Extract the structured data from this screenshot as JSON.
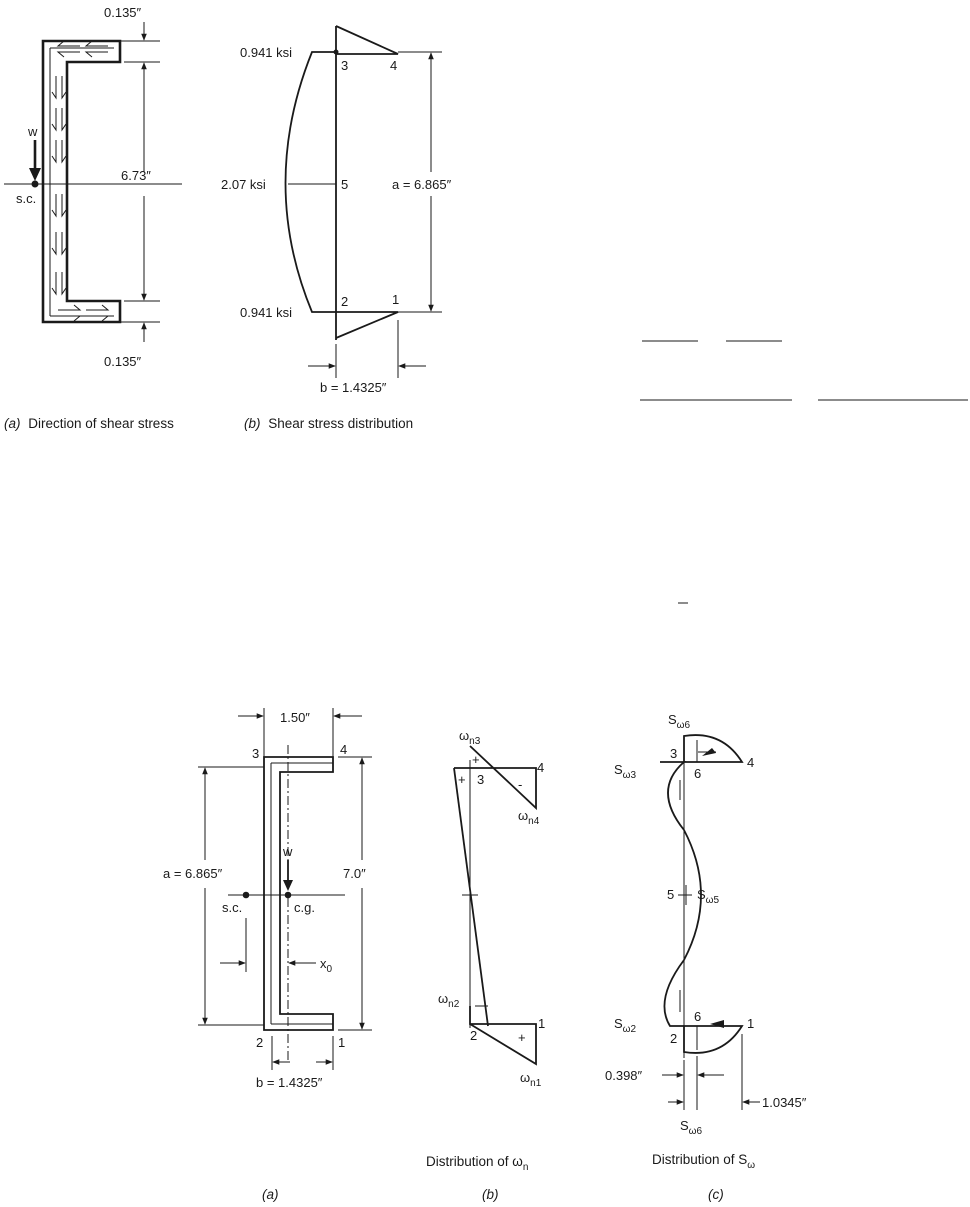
{
  "top": {
    "dim_top_flange": "0.135″",
    "dim_bottom_flange": "0.135″",
    "dim_web_height": "6.73″",
    "load_label": "w",
    "shear_center_label": "s.c.",
    "stress_top": "0.941 ksi",
    "stress_mid": "2.07 ksi",
    "stress_bottom": "0.941 ksi",
    "dim_a": "a = 6.865″",
    "dim_b": "b = 1.4325″",
    "points": [
      "1",
      "2",
      "3",
      "4",
      "5"
    ],
    "caption_a_tag": "(a)",
    "caption_a_text": "Direction of shear stress",
    "caption_b_tag": "(b)",
    "caption_b_text": "Shear stress distribution"
  },
  "bottom": {
    "dim_flange_width": "1.50″",
    "dim_a": "a = 6.865″",
    "dim_depth": "7.0″",
    "load_label": "w",
    "shear_center_label": "s.c.",
    "centroid_label": "c.g.",
    "x0_label": "x",
    "x0_sub": "0",
    "dim_b": "b = 1.4325″",
    "points": [
      "1",
      "2",
      "3",
      "4",
      "5",
      "6"
    ],
    "omega": {
      "prefix": "ω",
      "sub_n1": "n1",
      "sub_n2": "n2",
      "sub_n3": "n3",
      "sub_n4": "n4",
      "plus": "+",
      "minus": "-"
    },
    "sw": {
      "prefix": "S",
      "sub_w2": "ω2",
      "sub_w3": "ω3",
      "sub_w5": "ω5",
      "sub_w6": "ω6",
      "dim_0398": "0.398″",
      "dim_10345": "1.0345″"
    },
    "caption_dist_w": "Distribution of ω",
    "caption_dist_w_sub": "n",
    "caption_dist_s": "Distribution of S",
    "caption_dist_s_sub": "ω",
    "tag_a": "(a)",
    "tag_b": "(b)",
    "tag_c": "(c)"
  }
}
